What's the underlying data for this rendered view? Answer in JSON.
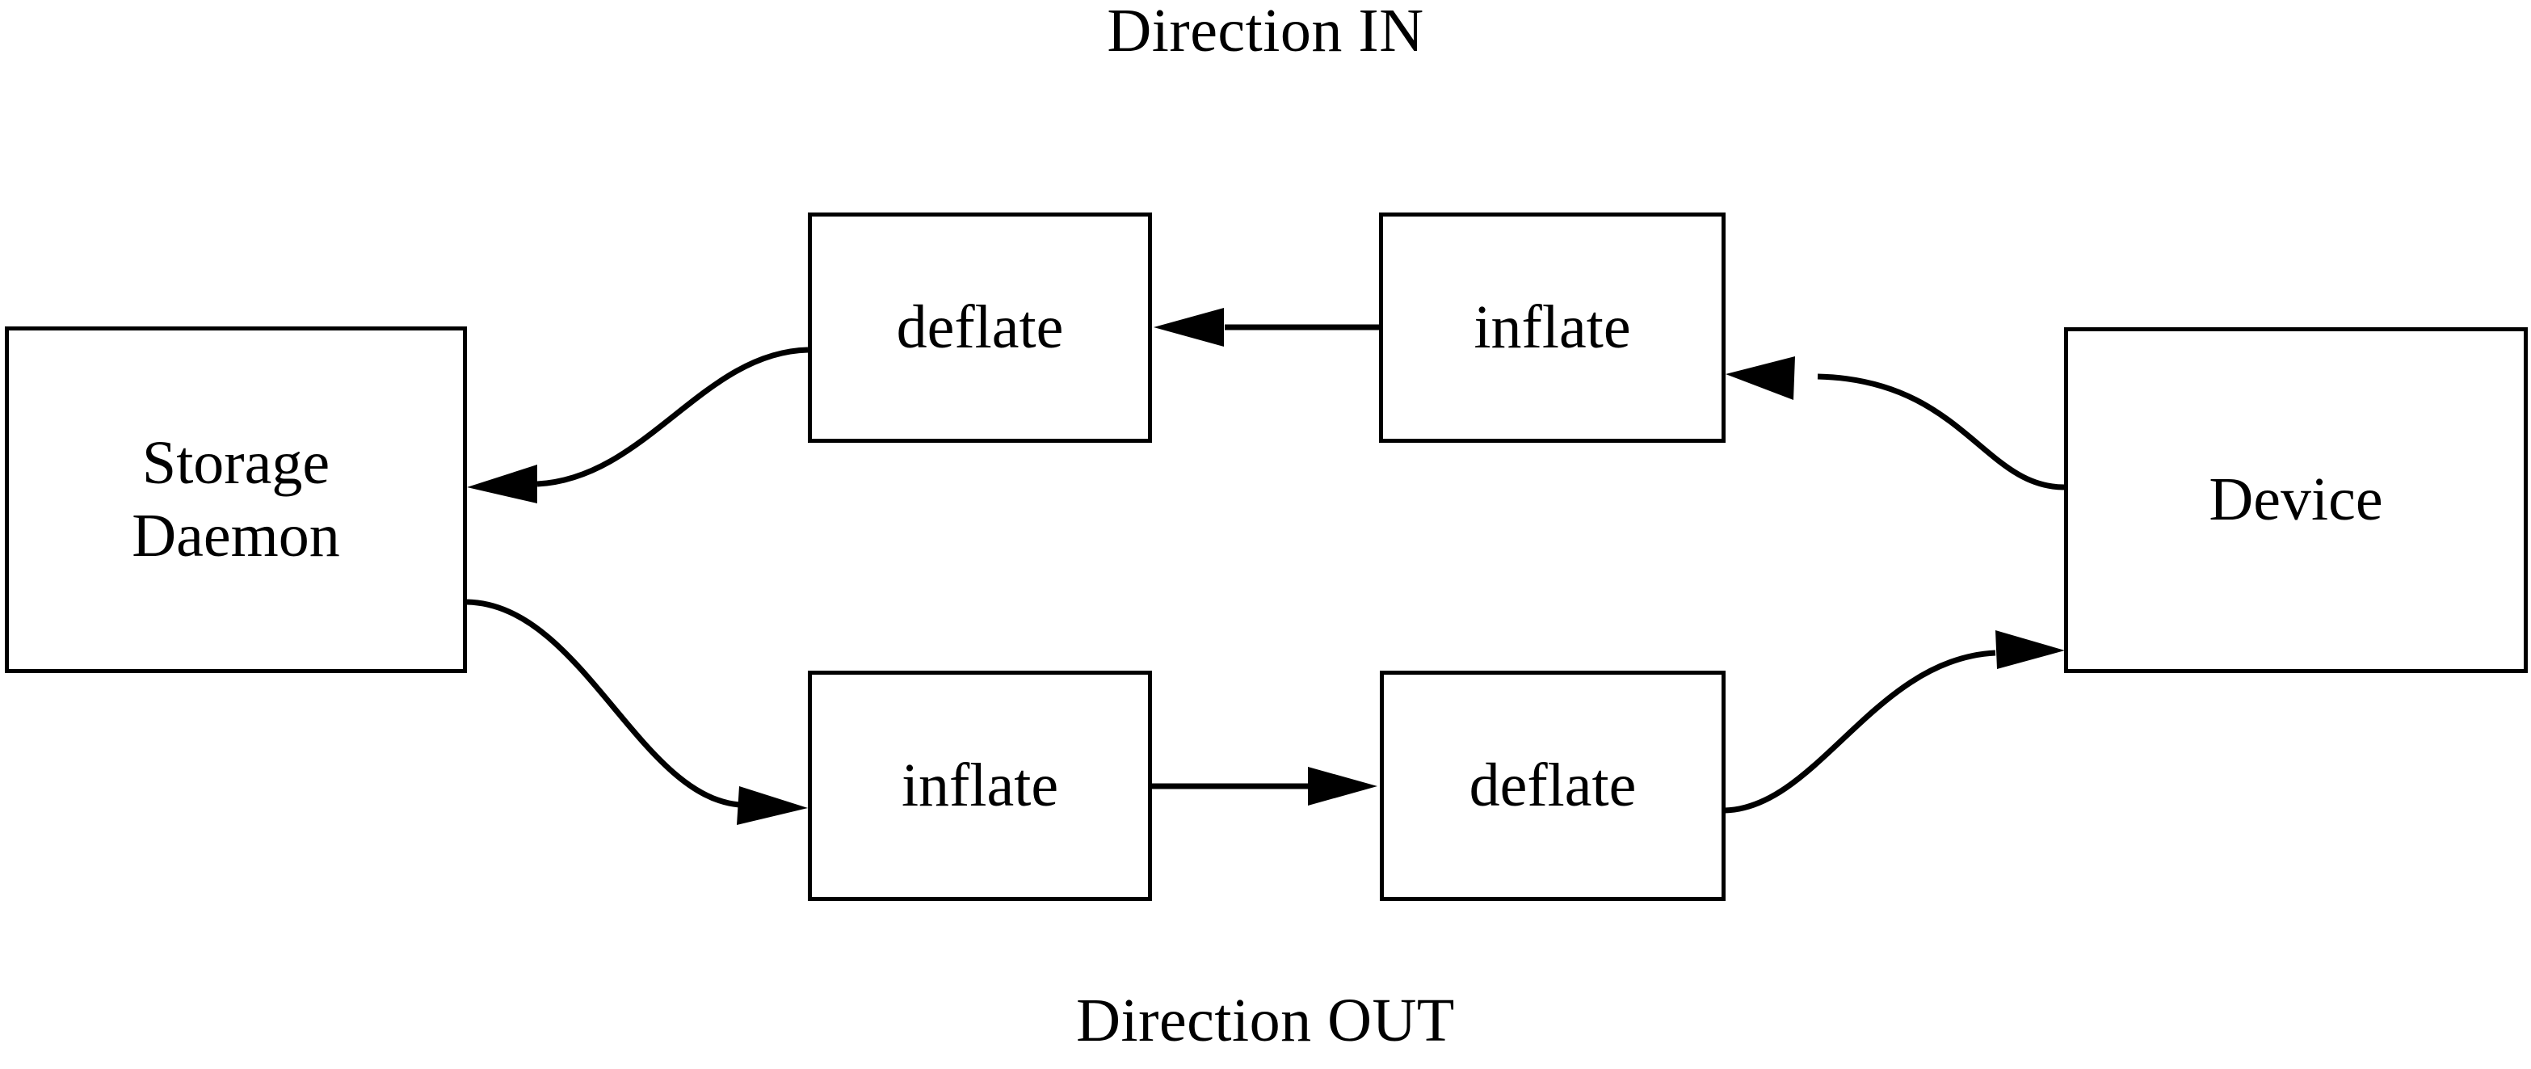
{
  "diagram": {
    "title_top": "Direction IN",
    "title_bottom": "Direction OUT",
    "background_color": "#ffffff",
    "line_color": "#000000",
    "nodes": {
      "storage_daemon": {
        "line1": "Storage",
        "line2": "Daemon"
      },
      "deflate_in": {
        "label": "deflate"
      },
      "inflate_in": {
        "label": "inflate"
      },
      "device": {
        "label": "Device"
      },
      "inflate_out": {
        "label": "inflate"
      },
      "deflate_out": {
        "label": "deflate"
      }
    },
    "edges": [
      {
        "name": "device-to-inflate-in",
        "from": "Device",
        "to": "inflate",
        "direction": "IN",
        "style": "curved",
        "arrow": "left"
      },
      {
        "name": "inflate-in-to-deflate-in",
        "from": "inflate",
        "to": "deflate",
        "direction": "IN",
        "style": "straight",
        "arrow": "left"
      },
      {
        "name": "deflate-in-to-storage-daemon",
        "from": "deflate",
        "to": "Storage Daemon",
        "direction": "IN",
        "style": "curved",
        "arrow": "left"
      },
      {
        "name": "storage-daemon-to-inflate-out",
        "from": "Storage Daemon",
        "to": "inflate",
        "direction": "OUT",
        "style": "curved",
        "arrow": "right"
      },
      {
        "name": "inflate-out-to-deflate-out",
        "from": "inflate",
        "to": "deflate",
        "direction": "OUT",
        "style": "straight",
        "arrow": "right"
      },
      {
        "name": "deflate-out-to-device",
        "from": "deflate",
        "to": "Device",
        "direction": "OUT",
        "style": "curved",
        "arrow": "right"
      }
    ]
  }
}
